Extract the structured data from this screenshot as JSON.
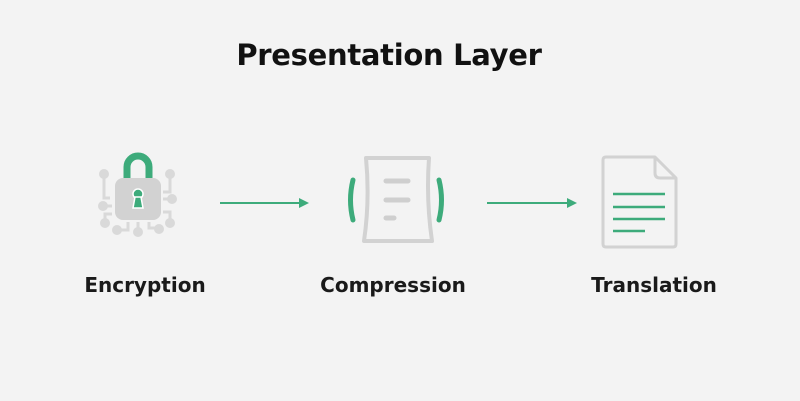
{
  "title": "Presentation Layer",
  "steps": [
    {
      "label": "Encryption",
      "icon": "lock-icon"
    },
    {
      "label": "Compression",
      "icon": "compression-icon"
    },
    {
      "label": "Translation",
      "icon": "document-icon"
    }
  ],
  "colors": {
    "accent": "#3dab7b",
    "icon_gray": "#d2d2d2",
    "background": "#f3f3f3"
  }
}
